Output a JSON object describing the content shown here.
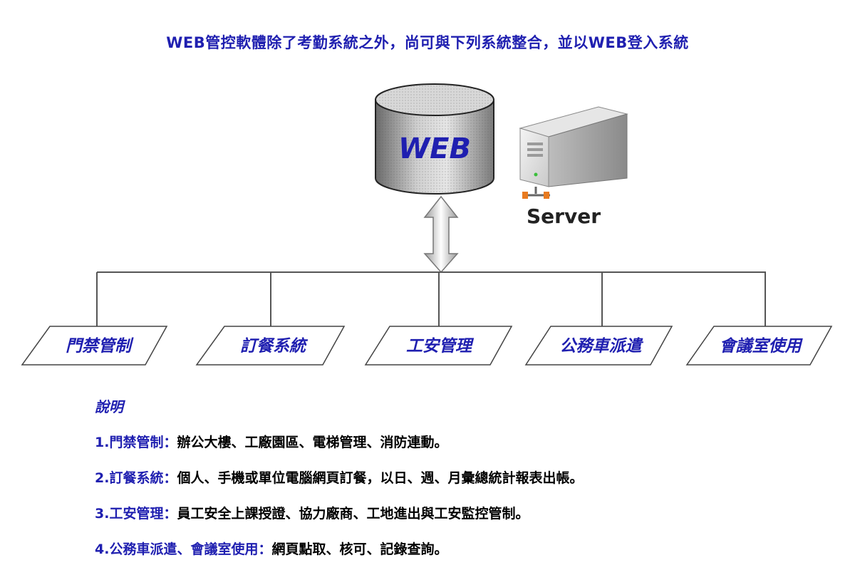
{
  "title": "WEB管控軟體除了考勤系統之外，尚可與下列系統整合，並以WEB登入系統",
  "web_db_label": "WEB",
  "server_label": "Server",
  "modules": [
    {
      "label": "門禁管制"
    },
    {
      "label": "訂餐系統"
    },
    {
      "label": "工安管理"
    },
    {
      "label": "公務車派遣"
    },
    {
      "label": "會議室使用"
    }
  ],
  "description": {
    "heading": "說明",
    "lines": [
      {
        "label": "1.門禁管制：",
        "text": "辦公大樓、工廠園區、電梯管理、消防連動。"
      },
      {
        "label": "2.訂餐系統：",
        "text": "個人、手機或單位電腦網頁訂餐，以日、週、月彙總統計報表出帳。"
      },
      {
        "label": "3.工安管理：",
        "text": "員工安全上課授證、協力廠商、工地進出與工安監控管制。"
      },
      {
        "label": "4.公務車派遣、會議室使用：",
        "text": "網頁點取、核可、記錄查詢。"
      }
    ]
  },
  "colors": {
    "accent": "#1f1fb0",
    "module_text": "#1f1fb0"
  }
}
